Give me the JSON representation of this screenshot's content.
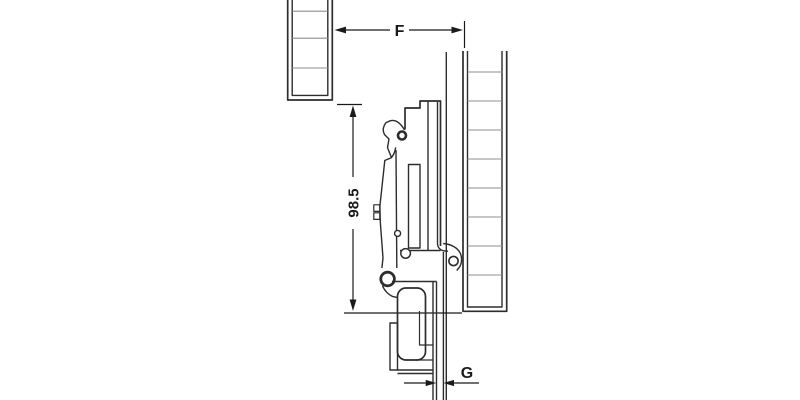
{
  "diagram": {
    "type": "technical-line-drawing",
    "subject": "hinge-mounting-cross-section",
    "background_color": "#ffffff",
    "line_color": "#2d2d2d",
    "dimension_color": "#1a1a1a",
    "panel_hatch_color": "#8c8c8c"
  },
  "dimensions": {
    "f": {
      "label": "F",
      "orientation": "horizontal",
      "position": "top"
    },
    "height": {
      "label": "98.5",
      "orientation": "vertical",
      "position": "left"
    },
    "g": {
      "label": "G",
      "orientation": "horizontal",
      "position": "bottom"
    }
  }
}
